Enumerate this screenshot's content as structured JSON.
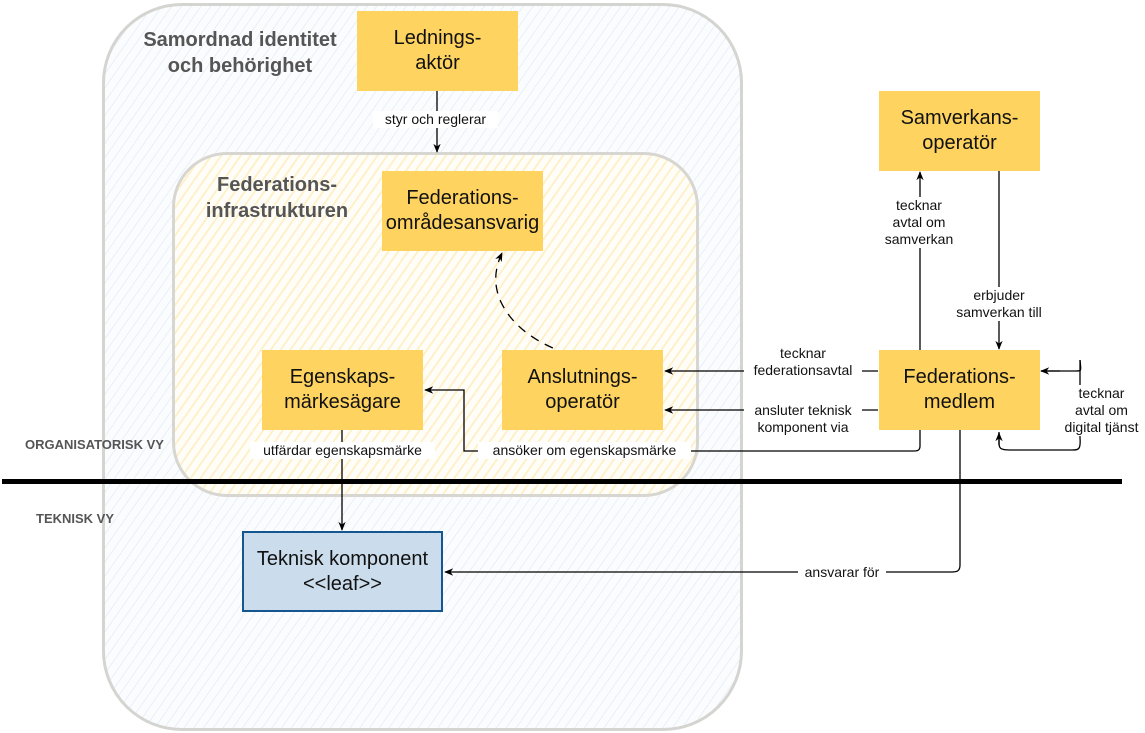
{
  "groups": {
    "outer_title": "Samordnad identitet\noch behörighet",
    "inner_title": "Federations-\ninfrastrukturen"
  },
  "views": {
    "organisational": "ORGANISATORISK VY",
    "technical": "TEKNISK VY"
  },
  "nodes": {
    "ledningsaktor": "Lednings-\naktör",
    "federationsomradesansvarig": "Federations-\nområdesansvarig",
    "egenskapsmarkesagare": "Egenskaps-\nmärkesägare",
    "anslutningsoperator": "Anslutnings-\noperatör",
    "samverkansoperator": "Samverkans-\noperatör",
    "federationsmedlem": "Federations-\nmedlem",
    "teknisk_komponent": "Teknisk komponent\n<<leaf>>"
  },
  "edges": {
    "styr_och_reglerar": "styr och reglerar",
    "tecknar_avtal_om_samverkan": "tecknar\navtal om\nsamverkan",
    "erbjuder_samverkan_till": "erbjuder\nsamverkan till",
    "tecknar_federationsavtal": "tecknar\nfederationsavtal",
    "ansluter_teknisk_komponent_via": "ansluter teknisk\nkomponent via",
    "tecknar_avtal_om_digital_tjanst": "tecknar\navtal om\ndigital tjänst",
    "ansoker_om_egenskapsmarke": "ansöker om egenskapsmärke",
    "utfardar_egenskapsmarke": "utfärdar egenskapsmärke",
    "ansvarar_for": "ansvarar för"
  },
  "colors": {
    "actor_fill": "#fed35f",
    "component_fill": "#cbdcec",
    "component_stroke": "#14568f",
    "group_title": "#555555"
  }
}
